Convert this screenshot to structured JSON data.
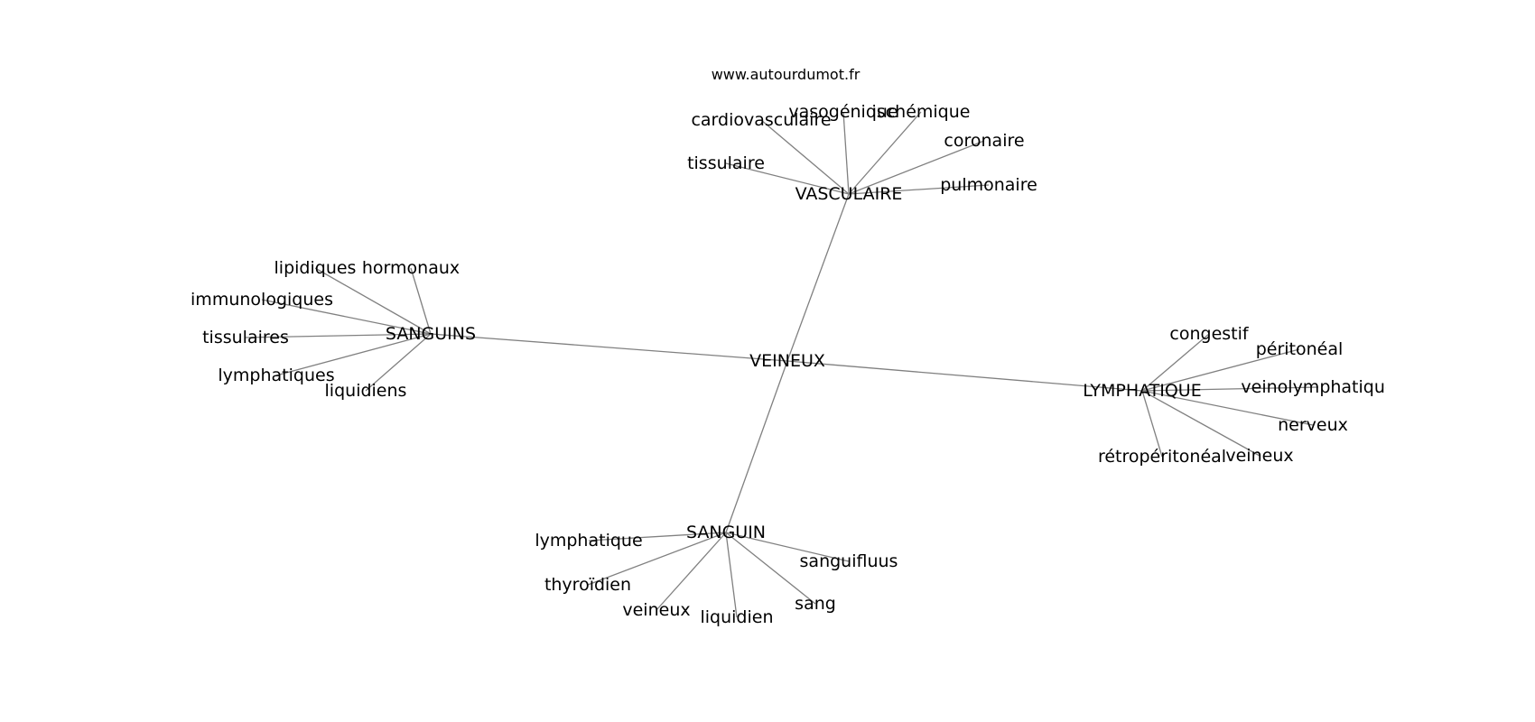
{
  "watermark": "www.autourdumot.fr",
  "colors": {
    "edge": "#808080",
    "text": "#000000",
    "background": "#ffffff"
  },
  "graph": {
    "center": "VEINEUX",
    "hubs": [
      {
        "label": "VASCULAIRE",
        "leaves": [
          "cardiovasculaire",
          "vasogénique",
          "ischémique",
          "coronaire",
          "tissulaire",
          "pulmonaire"
        ]
      },
      {
        "label": "SANGUINS",
        "leaves": [
          "lipidiques",
          "hormonaux",
          "immunologiques",
          "tissulaires",
          "lymphatiques",
          "liquidiens"
        ]
      },
      {
        "label": "LYMPHATIQUE",
        "leaves": [
          "congestif",
          "péritonéal",
          "veinolymphatique",
          "nerveux",
          "rétropéritonéal",
          "veineux"
        ]
      },
      {
        "label": "SANGUIN",
        "leaves": [
          "lymphatique",
          "thyroïdien",
          "veineux",
          "liquidien",
          "sang",
          "sanguifluus"
        ]
      }
    ]
  }
}
